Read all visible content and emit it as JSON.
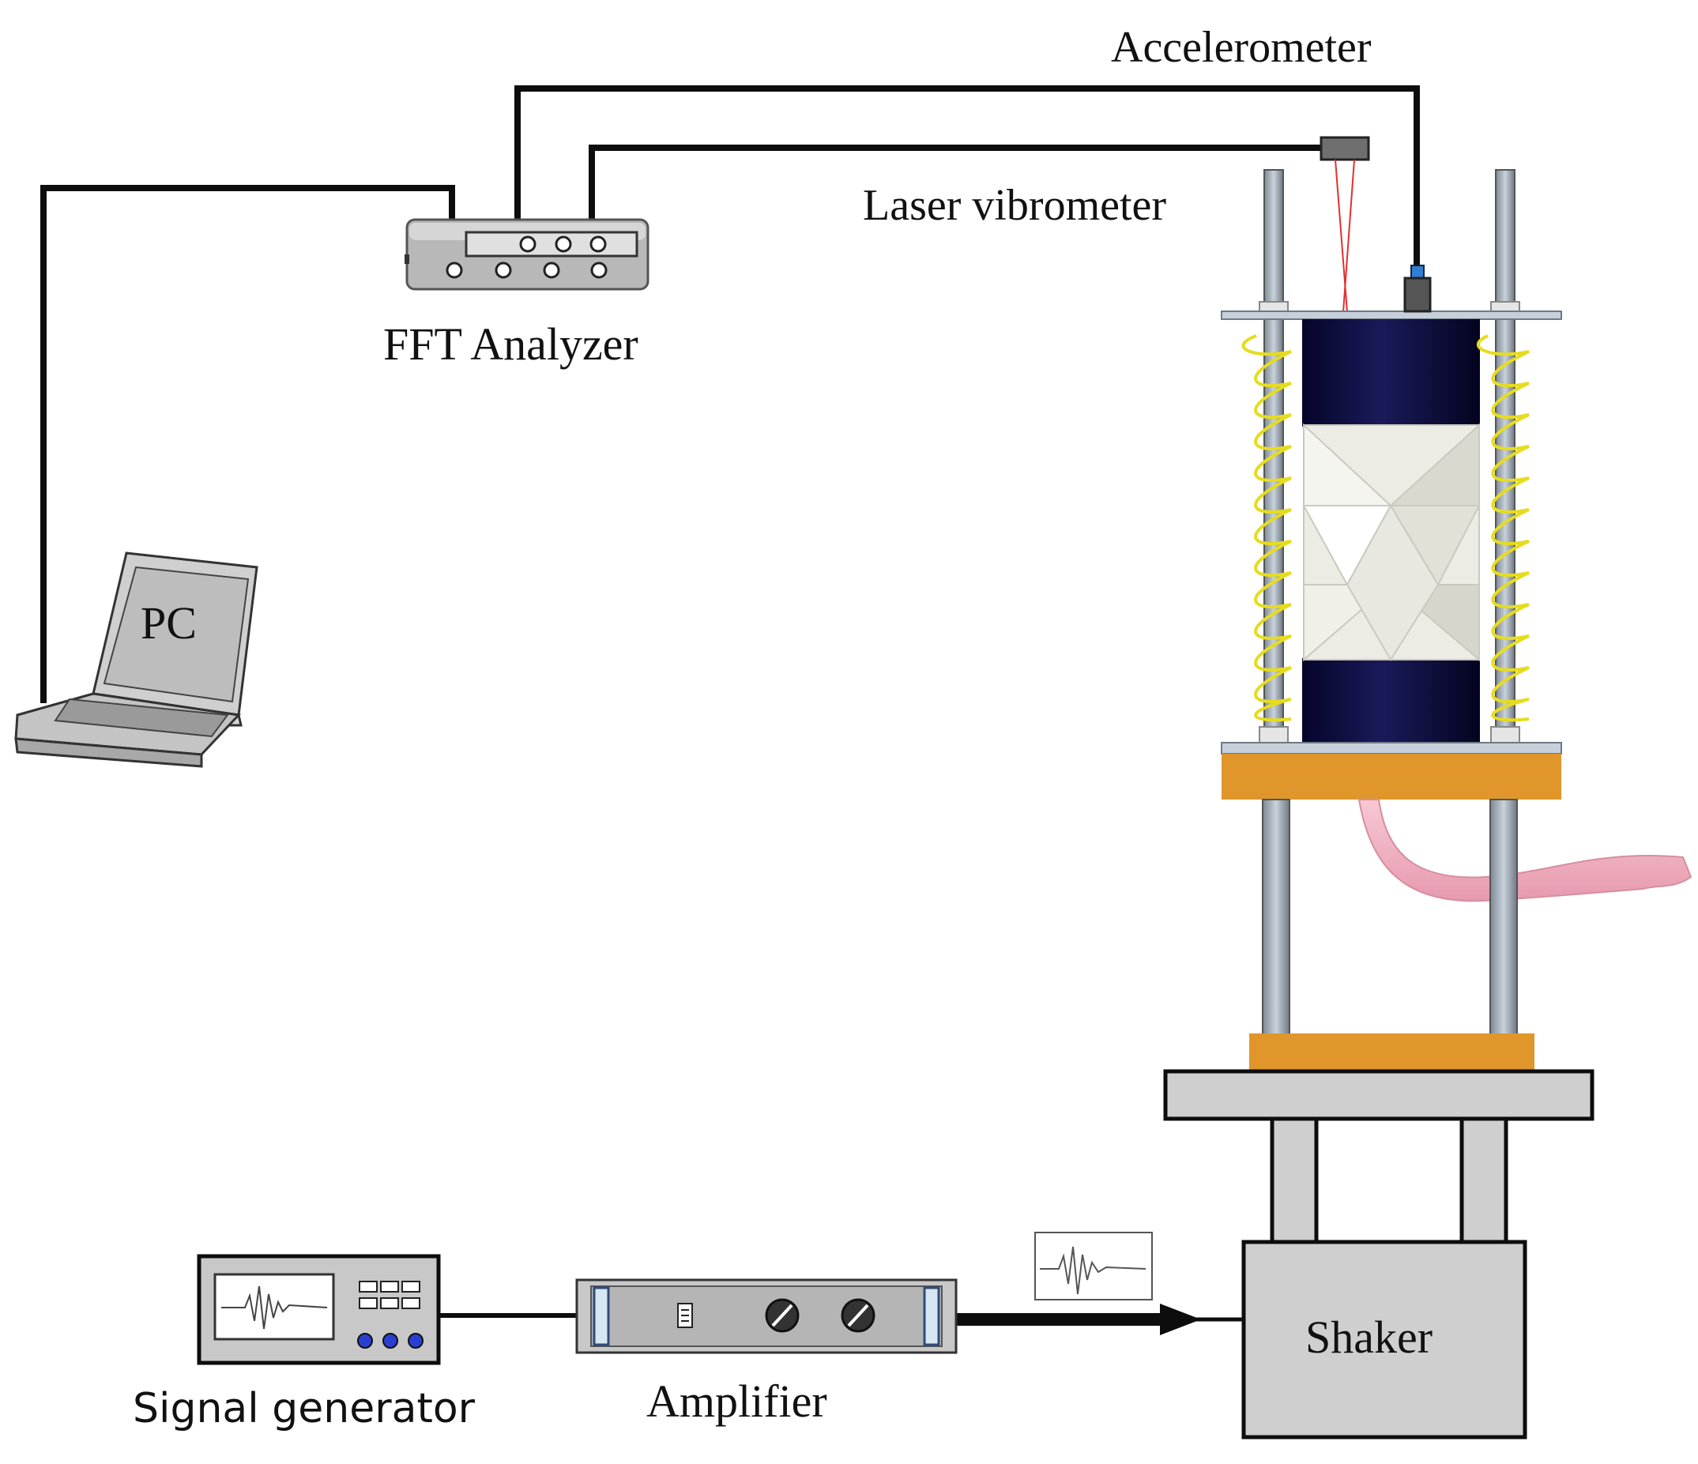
{
  "labels": {
    "accelerometer": "Accelerometer",
    "laser_vibrometer": "Laser vibrometer",
    "fft_analyzer": "FFT Analyzer",
    "pc": "PC",
    "signal_generator": "Signal generator",
    "amplifier": "Amplifier",
    "shaker": "Shaker"
  },
  "colors": {
    "cable": "#0d0d0d",
    "device_gray": "#c8c8c8",
    "rod_steel": "#8f9aa6",
    "column_navy": "#0a0a3a",
    "bellows_white": "#ecece4",
    "spring_yellow": "#e6dc1e",
    "plate_orange": "#e0962a",
    "hose_pink": "#f2b0c0",
    "laser_red": "#e23030",
    "accelerometer_blue": "#2e7fd6",
    "knob_blue": "#2a3fd0"
  }
}
